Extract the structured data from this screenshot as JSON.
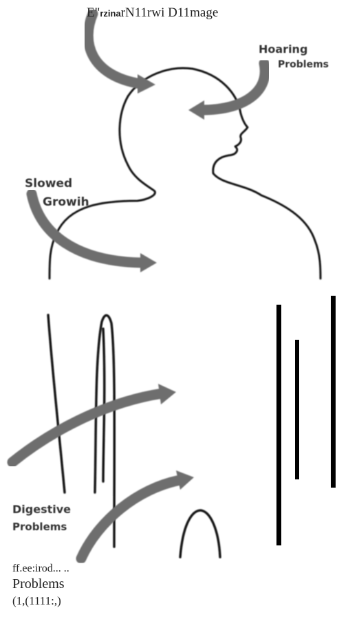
{
  "title": {
    "prefix": "E\"",
    "bold_part": "rzina",
    "rest": "rN11rwi  D11mage"
  },
  "labels": {
    "hearing_line1": "Hoaring",
    "hearing_line2": "Problems",
    "slowed_line1": "Slowed",
    "slowed_line2": "Growih",
    "digestive_line1": "Digestive",
    "digestive_line2": "Problems"
  },
  "bottom": {
    "line1": "ff.ee:irod...  ..",
    "line2": "Problems",
    "line3": "(1,(1111:,)"
  },
  "colors": {
    "outline": "#161616",
    "arrow": "#6e6e6e",
    "bars": "#000000"
  }
}
